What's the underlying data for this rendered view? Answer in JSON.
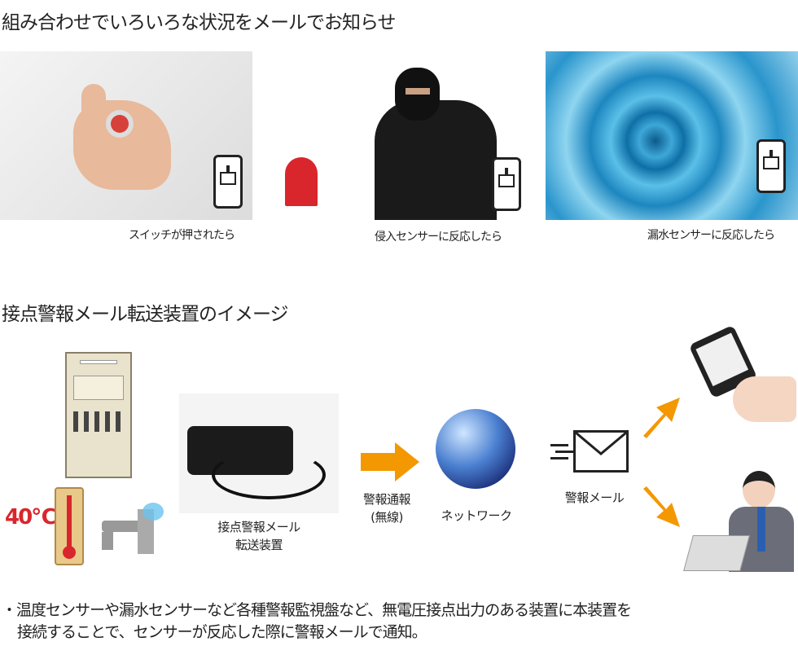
{
  "section1": {
    "title": "組み合わせでいろいろな状況をメールでお知らせ",
    "cases": [
      {
        "caption": "スイッチが押されたら"
      },
      {
        "caption": "侵入センサーに反応したら"
      },
      {
        "caption": "漏水センサーに反応したら"
      }
    ]
  },
  "section2": {
    "title": "接点警報メール転送装置のイメージ",
    "thermometer_label": "40℃",
    "device_label_line1": "接点警報メール",
    "device_label_line2": "転送装置",
    "wireless_label_line1": "警報通報",
    "wireless_label_line2": "(無線)",
    "network_label": "ネットワーク",
    "mail_label": "警報メール"
  },
  "note": {
    "bullet": "・",
    "line1": "温度センサーや漏水センサーなど各種警報監視盤など、無電圧接点出力のある装置に本装置を",
    "line2": "接続することで、センサーが反応した際に警報メールで通知。"
  },
  "colors": {
    "arrow": "#f39800",
    "thermo_red": "#d9262c"
  }
}
